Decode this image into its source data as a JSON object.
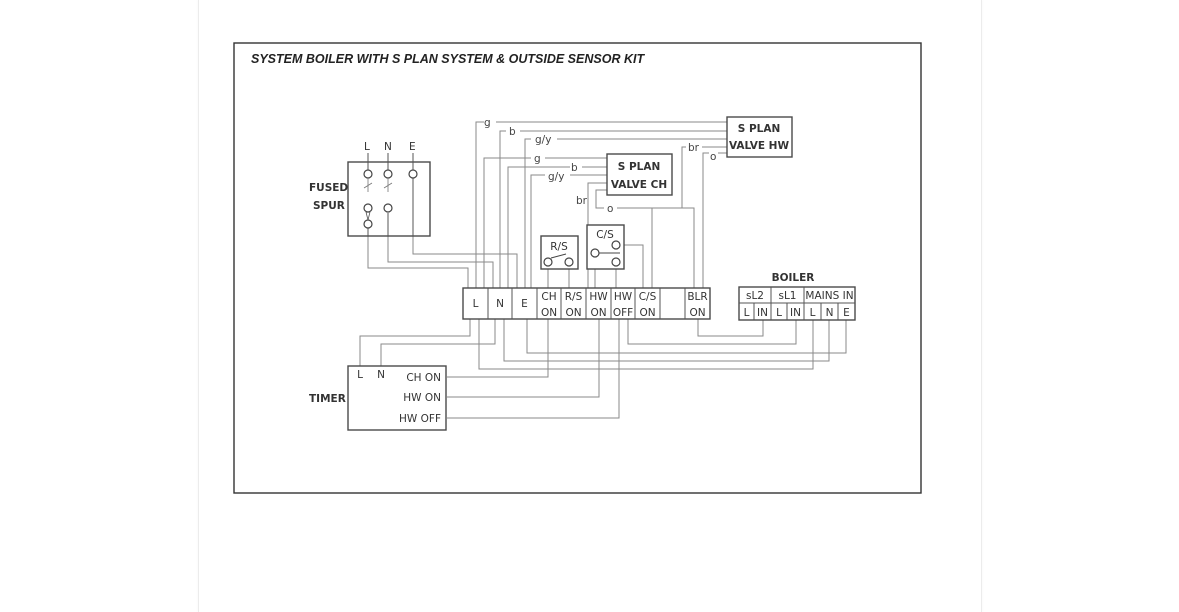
{
  "title": "SYSTEM BOILER WITH S PLAN SYSTEM  & OUTSIDE SENSOR KIT",
  "fused_spur": {
    "label_line1": "FUSED",
    "label_line2": "SPUR",
    "terminals": [
      "L",
      "N",
      "E"
    ]
  },
  "valve_hw": {
    "line1": "S PLAN",
    "line2": "VALVE HW"
  },
  "valve_ch": {
    "line1": "S PLAN",
    "line2": "VALVE CH"
  },
  "room_stat": {
    "label": "R/S"
  },
  "cyl_stat": {
    "label": "C/S"
  },
  "wire_colors": {
    "hw": {
      "g": "g",
      "b": "b",
      "gy": "g/y",
      "br": "br",
      "o": "o"
    },
    "ch": {
      "g": "g",
      "b": "b",
      "gy": "g/y",
      "br": "br",
      "o": "o"
    }
  },
  "wiring_centre": {
    "terminals": [
      {
        "top": "L",
        "bottom": ""
      },
      {
        "top": "N",
        "bottom": ""
      },
      {
        "top": "E",
        "bottom": ""
      },
      {
        "top": "CH",
        "bottom": "ON"
      },
      {
        "top": "R/S",
        "bottom": "ON"
      },
      {
        "top": "HW",
        "bottom": "ON"
      },
      {
        "top": "HW",
        "bottom": "OFF"
      },
      {
        "top": "C/S",
        "bottom": "ON"
      },
      {
        "top": "",
        "bottom": ""
      },
      {
        "top": "BLR",
        "bottom": "ON"
      }
    ]
  },
  "boiler": {
    "label": "BOILER",
    "groups": [
      "sL2",
      "sL1",
      "MAINS IN"
    ],
    "terminals": [
      "L",
      "IN",
      "L",
      "IN",
      "L",
      "N",
      "E"
    ]
  },
  "timer": {
    "label": "TIMER",
    "terminals": [
      "L",
      "N"
    ],
    "outputs": [
      "CH ON",
      "HW ON",
      "HW OFF"
    ]
  }
}
